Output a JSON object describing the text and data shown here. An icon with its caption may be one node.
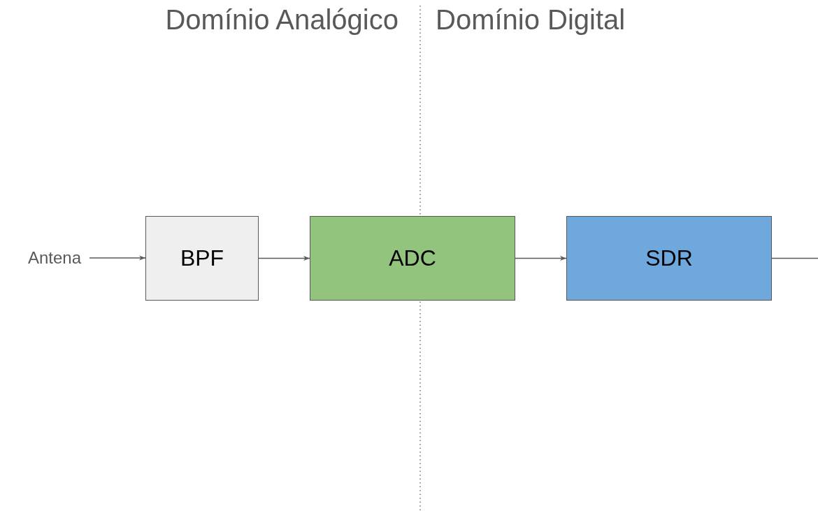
{
  "diagram": {
    "nodes": [
      {
        "text": [
          "Antena"
        ]
      },
      {
        "text": [
          "BPF"
        ]
      },
      {
        "text": [
          "ADC"
        ]
      },
      {
        "text": [
          "SDR"
        ]
      }
    ],
    "edges": [
      {
        "from": 0,
        "to": 1,
        "arrow": "to"
      },
      {
        "from": 1,
        "to": 2,
        "arrow": "to"
      },
      {
        "from": 2,
        "to": 3,
        "arrow": "to"
      },
      {
        "from": 3,
        "to": null,
        "arrow": "none"
      }
    ],
    "labels": [
      "Domínio Analógico",
      "Domínio Digital"
    ]
  }
}
